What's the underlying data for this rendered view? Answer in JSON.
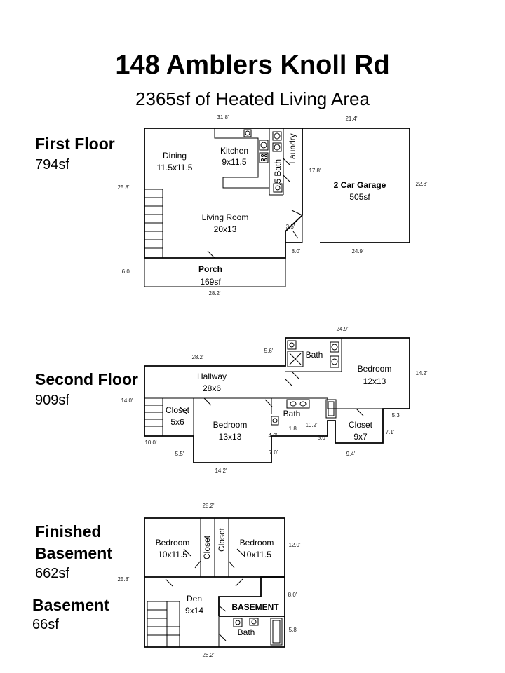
{
  "header": {
    "title": "148 Amblers Knoll Rd",
    "subtitle": "2365sf of Heated Living Area"
  },
  "floors": {
    "first": {
      "name": "First Floor",
      "area": "794sf"
    },
    "second": {
      "name": "Second Floor",
      "area": "909sf"
    },
    "finished_basement": {
      "name_line1": "Finished",
      "name_line2": "Basement",
      "area": "662sf"
    },
    "basement": {
      "name": "Basement",
      "area": "66sf"
    }
  },
  "first_floor": {
    "rooms": {
      "dining": {
        "name": "Dining",
        "size": "11.5x11.5"
      },
      "kitchen": {
        "name": "Kitchen",
        "size": "9x11.5"
      },
      "laundry": {
        "name": "Laundry"
      },
      "half_bath": {
        "name": ".5 Bath"
      },
      "garage": {
        "name": "2 Car Garage",
        "size": "505sf"
      },
      "living": {
        "name": "Living Room",
        "size": "20x13"
      },
      "porch": {
        "name": "Porch",
        "size": "169sf"
      }
    },
    "dims": {
      "top": "31.8'",
      "garage_top": "21.4'",
      "left": "25.8'",
      "right": "22.8'",
      "inner_17": "17.8'",
      "inner_35": "3.5'",
      "inner_80": "8.0'",
      "garage_bottom": "24.9'",
      "porch_left": "6.0'",
      "porch_bottom": "28.2'"
    }
  },
  "second_floor": {
    "rooms": {
      "bath_top": {
        "name": "Bath"
      },
      "bedroom_right": {
        "name": "Bedroom",
        "size": "12x13"
      },
      "hallway": {
        "name": "Hallway",
        "size": "28x6"
      },
      "closet_left": {
        "name": "Closet",
        "size": "5x6"
      },
      "bedroom_mid": {
        "name": "Bedroom",
        "size": "13x13"
      },
      "bath_mid": {
        "name": "Bath"
      },
      "closet_right": {
        "name": "Closet",
        "size": "9x7"
      }
    },
    "dims": {
      "top_right": "24.9'",
      "top_left": "28.2'",
      "step": "5.6'",
      "right": "14.2'",
      "left": "14.0'",
      "left_bottom": "10.0'",
      "d55": "5.5'",
      "d40": "4.0'",
      "d18": "1.8'",
      "d102": "10.2'",
      "d53": "5.3'",
      "d71": "7.1'",
      "d70": "7.0'",
      "d50": "5.0'",
      "d94": "9.4'",
      "bottom": "14.2'"
    }
  },
  "basement_plan": {
    "rooms": {
      "bedroom_left": {
        "name": "Bedroom",
        "size": "10x11.5"
      },
      "closet_a": {
        "name": "Closet"
      },
      "closet_b": {
        "name": "Closet"
      },
      "bedroom_right": {
        "name": "Bedroom",
        "size": "10x11.5"
      },
      "den": {
        "name": "Den",
        "size": "9x14"
      },
      "basement": {
        "name": "BASEMENT"
      },
      "bath": {
        "name": "Bath"
      }
    },
    "dims": {
      "top": "28.2'",
      "right_top": "12.0'",
      "left": "25.8'",
      "right_mid": "8.0'",
      "right_bottom": "5.8'",
      "bottom": "28.2'"
    }
  }
}
